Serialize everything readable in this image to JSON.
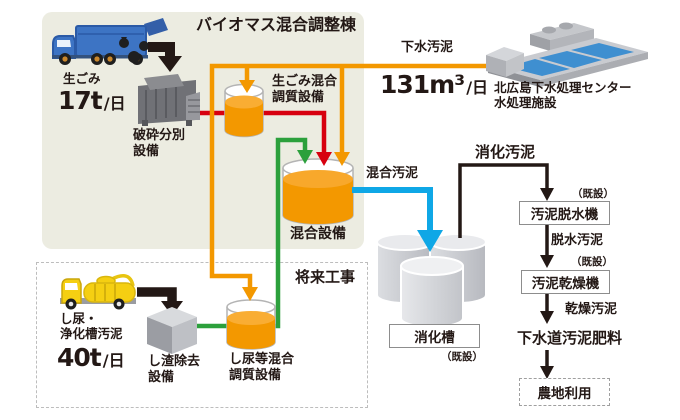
{
  "colors": {
    "orange": "#F39800",
    "red": "#D7000F",
    "green": "#2CA03C",
    "blue": "#0FA7E6",
    "black": "#231815",
    "panel_beige": "#ECECE1"
  },
  "biomass_building": {
    "title": "バイオマス混合調整棟"
  },
  "future_area": {
    "title": "将来工事"
  },
  "inputs": {
    "garbage": {
      "name": "生ごみ",
      "value": "17t",
      "unit": "/日"
    },
    "sewage_sludge": {
      "name": "下水汚泥",
      "value": "131m³",
      "unit": "/日",
      "source_line1": "北広島下水処理センター",
      "source_line2": "水処理施設"
    },
    "night_soil": {
      "name_line1": "し尿・",
      "name_line2": "浄化槽汚泥",
      "value": "40t",
      "unit": "/日"
    }
  },
  "equipment": {
    "crusher": {
      "line1": "破砕分別",
      "line2": "設備"
    },
    "garbage_conditioning": {
      "line1": "生ごみ混合",
      "line2": "調質設備"
    },
    "mixing": {
      "label": "混合設備"
    },
    "screenings_removal": {
      "line1": "し渣除去",
      "line2": "設備"
    },
    "night_soil_conditioning": {
      "line1": "し尿等混合",
      "line2": "調質設備"
    },
    "digester": {
      "label": "消化槽",
      "note": "（既設）"
    },
    "dewatering": {
      "label": "汚泥脱水機",
      "note": "（既設）"
    },
    "dryer": {
      "label": "汚泥乾燥機",
      "note": "（既設）"
    }
  },
  "flows": {
    "mixed_sludge": "混合汚泥",
    "digested_sludge": "消化汚泥",
    "dewatered_sludge": "脱水汚泥",
    "dried_sludge": "乾燥汚泥"
  },
  "products": {
    "fertilizer": "下水道汚泥肥料",
    "farmland": "農地利用"
  }
}
